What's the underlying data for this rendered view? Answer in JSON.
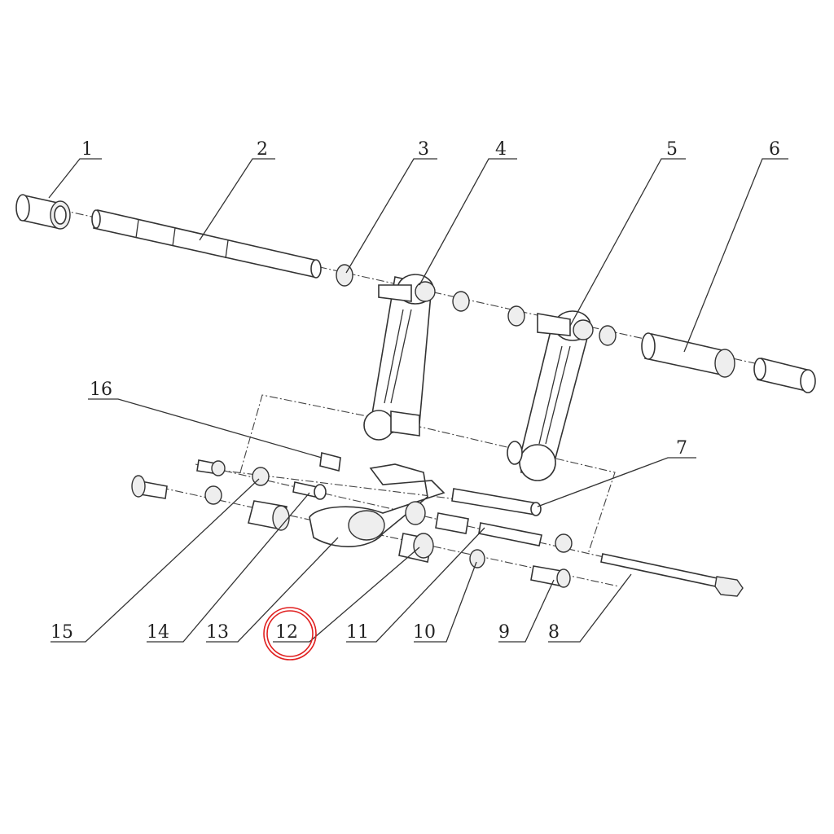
{
  "diagram": {
    "type": "exploded-parts-diagram",
    "callouts": [
      {
        "label": "1"
      },
      {
        "label": "2"
      },
      {
        "label": "3"
      },
      {
        "label": "4"
      },
      {
        "label": "5"
      },
      {
        "label": "6"
      },
      {
        "label": "7"
      },
      {
        "label": "8"
      },
      {
        "label": "9"
      },
      {
        "label": "10"
      },
      {
        "label": "11"
      },
      {
        "label": "12"
      },
      {
        "label": "13"
      },
      {
        "label": "14"
      },
      {
        "label": "15"
      },
      {
        "label": "16"
      }
    ],
    "highlighted_callout": "12",
    "highlight_color": "#e02020"
  }
}
